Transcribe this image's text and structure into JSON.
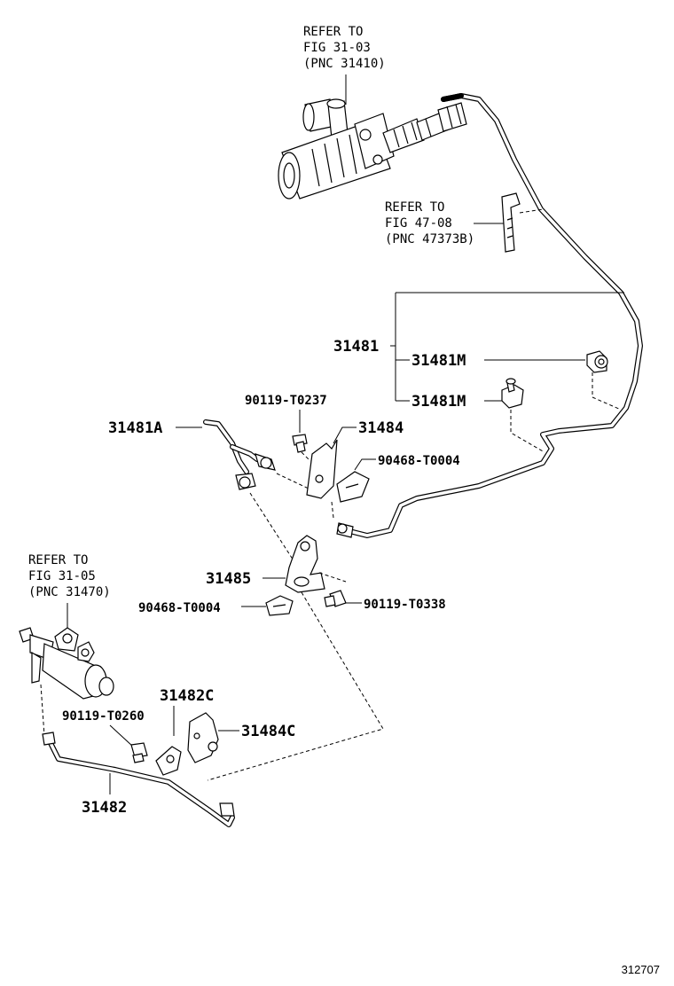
{
  "references": {
    "master_cylinder": {
      "line1": "REFER TO",
      "line2": "FIG 31-03",
      "line3": "(PNC 31410)"
    },
    "clamp": {
      "line1": "REFER TO",
      "line2": "FIG 47-08",
      "line3": "(PNC 47373B)"
    },
    "release_cylinder": {
      "line1": "REFER TO",
      "line2": "FIG 31-05",
      "line3": "(PNC 31470)"
    }
  },
  "callouts": {
    "p31481": "31481",
    "p31481M_upper": "31481M",
    "p31481M_lower": "31481M",
    "p31481A": "31481A",
    "p90119_T0237": "90119-T0237",
    "p31484": "31484",
    "p90468_T0004_upper": "90468-T0004",
    "p31485": "31485",
    "p90468_T0004_lower": "90468-T0004",
    "p90119_T0338": "90119-T0338",
    "p31482C": "31482C",
    "p90119_T0260": "90119-T0260",
    "p31484C": "31484C",
    "p31482": "31482"
  },
  "figure_number": "312707"
}
